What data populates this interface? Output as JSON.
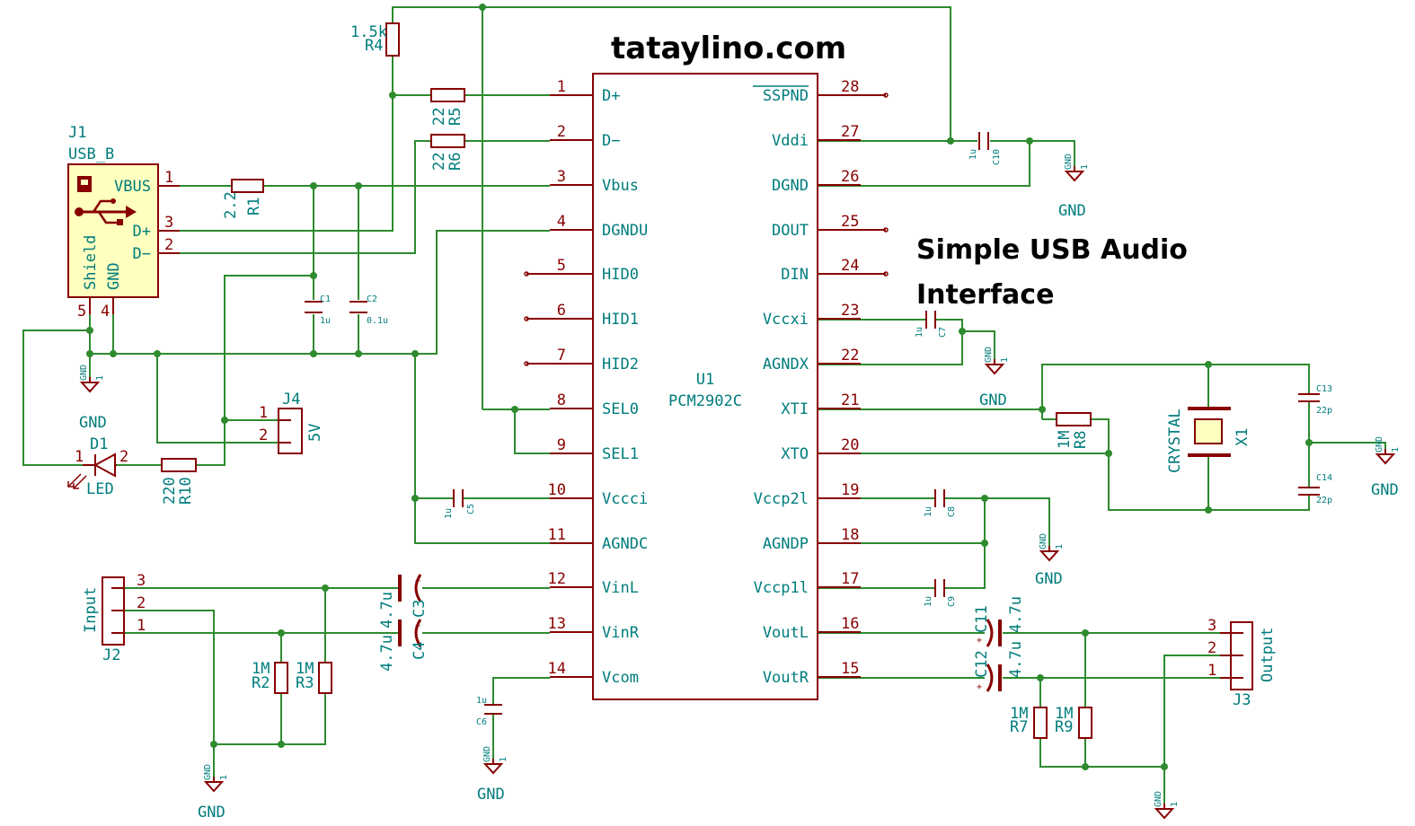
{
  "header": {
    "site": "tataylino.com",
    "title_line1": "Simple USB Audio",
    "title_line2": "Interface"
  },
  "colors": {
    "wire": "#2e8b2e",
    "symbol": "#880000",
    "label": "#007c7c",
    "body_fill": "#ffffc0"
  },
  "ic": {
    "ref": "U1",
    "value": "PCM2902C",
    "left_pins": [
      {
        "num": "1",
        "name": "D+"
      },
      {
        "num": "2",
        "name": "D−"
      },
      {
        "num": "3",
        "name": "Vbus"
      },
      {
        "num": "4",
        "name": "DGNDU"
      },
      {
        "num": "5",
        "name": "HID0"
      },
      {
        "num": "6",
        "name": "HID1"
      },
      {
        "num": "7",
        "name": "HID2"
      },
      {
        "num": "8",
        "name": "SEL0"
      },
      {
        "num": "9",
        "name": "SEL1"
      },
      {
        "num": "10",
        "name": "Vccci"
      },
      {
        "num": "11",
        "name": "AGNDC"
      },
      {
        "num": "12",
        "name": "VinL"
      },
      {
        "num": "13",
        "name": "VinR"
      },
      {
        "num": "14",
        "name": "Vcom"
      }
    ],
    "right_pins": [
      {
        "num": "28",
        "name": "SSPND"
      },
      {
        "num": "27",
        "name": "Vddi"
      },
      {
        "num": "26",
        "name": "DGND"
      },
      {
        "num": "25",
        "name": "DOUT"
      },
      {
        "num": "24",
        "name": "DIN"
      },
      {
        "num": "23",
        "name": "Vccxi"
      },
      {
        "num": "22",
        "name": "AGNDX"
      },
      {
        "num": "21",
        "name": "XTI"
      },
      {
        "num": "20",
        "name": "XTO"
      },
      {
        "num": "19",
        "name": "Vccp2l"
      },
      {
        "num": "18",
        "name": "AGNDP"
      },
      {
        "num": "17",
        "name": "Vccp1l"
      },
      {
        "num": "16",
        "name": "VoutL"
      },
      {
        "num": "15",
        "name": "VoutR"
      }
    ]
  },
  "usb": {
    "ref": "J1",
    "value": "USB_B",
    "vbus": "VBUS",
    "dplus": "D+",
    "dminus": "D−",
    "shield": "Shield",
    "gnd": "GND",
    "pin1": "1",
    "pin3": "3",
    "pin2": "2",
    "pin5": "5",
    "pin4": "4"
  },
  "j4": {
    "ref": "J4",
    "value": "5V",
    "pin1": "1",
    "pin2": "2"
  },
  "j2": {
    "ref": "J2",
    "value": "Input",
    "pin3": "3",
    "pin2": "2",
    "pin1": "1"
  },
  "j3": {
    "ref": "J3",
    "value": "Output",
    "pin3": "3",
    "pin2": "2",
    "pin1": "1"
  },
  "led": {
    "ref": "D1",
    "value": "LED",
    "pin1": "1",
    "pin2": "2"
  },
  "resistors": {
    "r1": {
      "ref": "R1",
      "value": "2.2"
    },
    "r4": {
      "ref": "R4",
      "value": "1.5k"
    },
    "r5": {
      "ref": "R5",
      "value": "22"
    },
    "r6": {
      "ref": "R6",
      "value": "22"
    },
    "r10": {
      "ref": "R10",
      "value": "220"
    },
    "r2": {
      "ref": "R2",
      "value": "1M"
    },
    "r3": {
      "ref": "R3",
      "value": "1M"
    },
    "r8": {
      "ref": "R8",
      "value": "1M"
    },
    "r7": {
      "ref": "R7",
      "value": "1M"
    },
    "r9": {
      "ref": "R9",
      "value": "1M"
    }
  },
  "capacitors": {
    "c1": {
      "ref": "C1",
      "value": "1u"
    },
    "c2": {
      "ref": "C2",
      "value": "0.1u"
    },
    "c5": {
      "ref": "C5",
      "value": "1u"
    },
    "c6": {
      "ref": "C6",
      "value": "1u"
    },
    "c3": {
      "ref": "C3",
      "value": "4.7u"
    },
    "c4": {
      "ref": "C4",
      "value": "4.7u"
    },
    "c10": {
      "ref": "C10",
      "value": "1u"
    },
    "c7": {
      "ref": "C7",
      "value": "1u"
    },
    "c8": {
      "ref": "C8",
      "value": "1u"
    },
    "c9": {
      "ref": "C9",
      "value": "1u"
    },
    "c11": {
      "ref": "C11",
      "value": "4.7u"
    },
    "c12": {
      "ref": "C12",
      "value": "4.7u"
    },
    "c13": {
      "ref": "C13",
      "value": "22p"
    },
    "c14": {
      "ref": "C14",
      "value": "22p"
    }
  },
  "crystal": {
    "ref": "X1",
    "value": "CRYSTAL"
  },
  "gnd": {
    "label": "GND",
    "pin": "1"
  }
}
